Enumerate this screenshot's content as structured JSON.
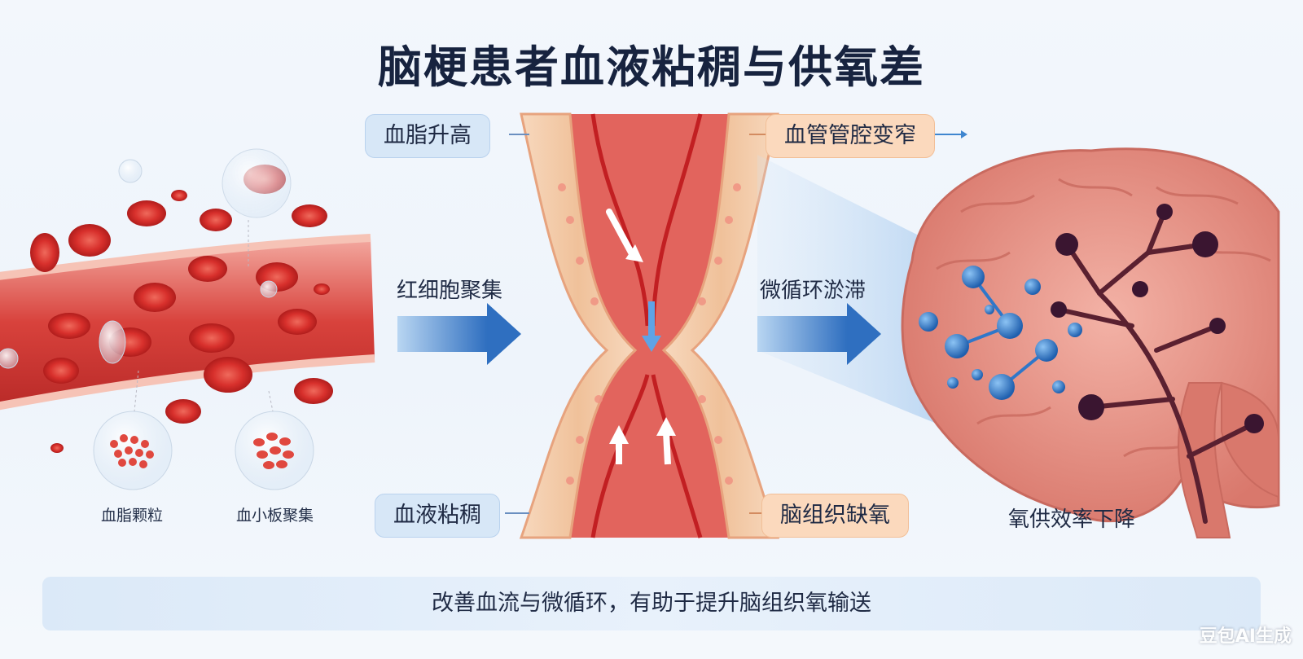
{
  "title": "脑梗患者血液粘稠与供氧差",
  "labels": {
    "blood_lipid_high": "血脂升高",
    "vessel_narrow": "血管管腔变窄",
    "rbc_aggregation": "红细胞聚集",
    "microcirculation_stasis": "微循环淤滞",
    "blood_viscous": "血液粘稠",
    "brain_hypoxia": "脑组织缺氧",
    "lipid_particles": "血脂颗粒",
    "platelet_aggregation": "血小板聚集",
    "oxygen_efficiency_down": "氧供效率下降"
  },
  "footer": "改善血流与微循环，有助于提升脑组织氧输送",
  "watermark": "豆包AI生成",
  "colors": {
    "blood_red": "#d8322f",
    "vessel_wall": "#f1c9a8",
    "arrow_blue": "#3f86cf",
    "tag_blue": "#d7e7f7",
    "tag_orange": "#fbd9bd",
    "brain_pink": "#e89a8e",
    "oxygen_blue": "#2f77c9"
  }
}
